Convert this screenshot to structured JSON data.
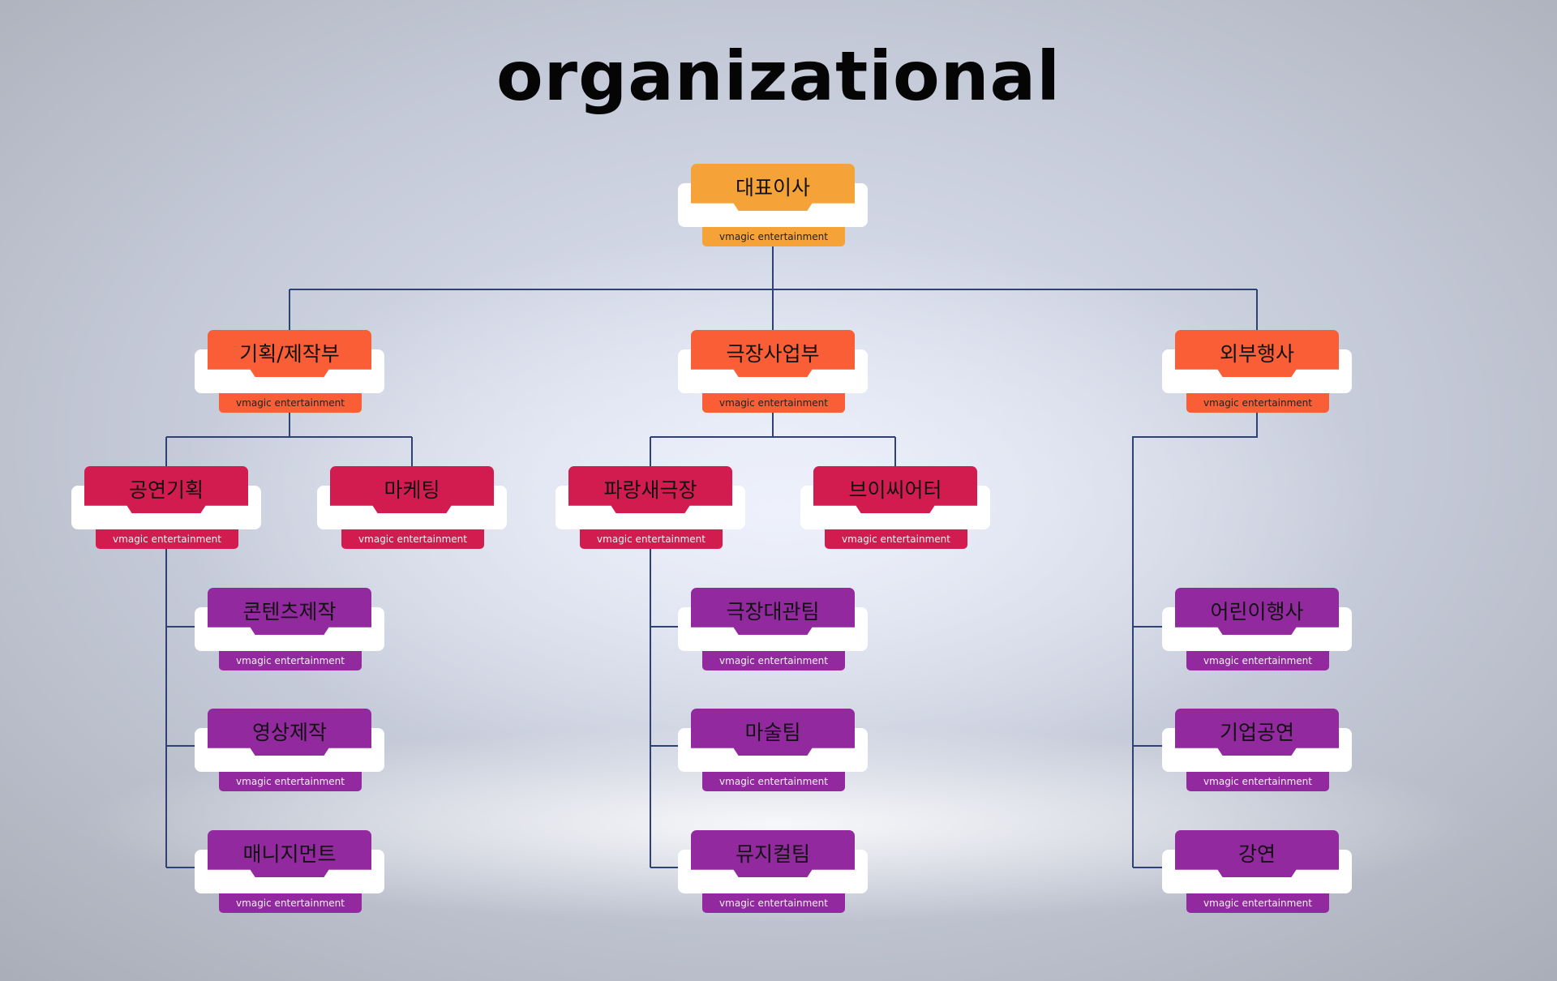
{
  "title": "organizational",
  "colors": {
    "ceo": "#f5a238",
    "department": "#fa5e36",
    "division": "#d21c50",
    "team": "#93299f",
    "connector": "#2e4373"
  },
  "ceo": {
    "name": "대표이사",
    "sub": "vmagic entertainment"
  },
  "departments": [
    {
      "name": "기획/제작부",
      "sub": "vmagic entertainment"
    },
    {
      "name": "극장사업부",
      "sub": "vmagic entertainment"
    },
    {
      "name": "외부행사",
      "sub": "vmagic entertainment"
    }
  ],
  "divisions": [
    {
      "name": "공연기획",
      "sub": "vmagic entertainment"
    },
    {
      "name": "마케팅",
      "sub": "vmagic entertainment"
    },
    {
      "name": "파랑새극장",
      "sub": "vmagic entertainment"
    },
    {
      "name": "브이씨어터",
      "sub": "vmagic entertainment"
    }
  ],
  "teams": [
    {
      "name": "콘텐츠제작",
      "sub": "vmagic entertainment"
    },
    {
      "name": "영상제작",
      "sub": "vmagic entertainment"
    },
    {
      "name": "매니지먼트",
      "sub": "vmagic entertainment"
    },
    {
      "name": "극장대관팀",
      "sub": "vmagic entertainment"
    },
    {
      "name": "마술팀",
      "sub": "vmagic entertainment"
    },
    {
      "name": "뮤지컬팀",
      "sub": "vmagic entertainment"
    },
    {
      "name": "어린이행사",
      "sub": "vmagic entertainment"
    },
    {
      "name": "기업공연",
      "sub": "vmagic entertainment"
    },
    {
      "name": "강연",
      "sub": "vmagic entertainment"
    }
  ]
}
